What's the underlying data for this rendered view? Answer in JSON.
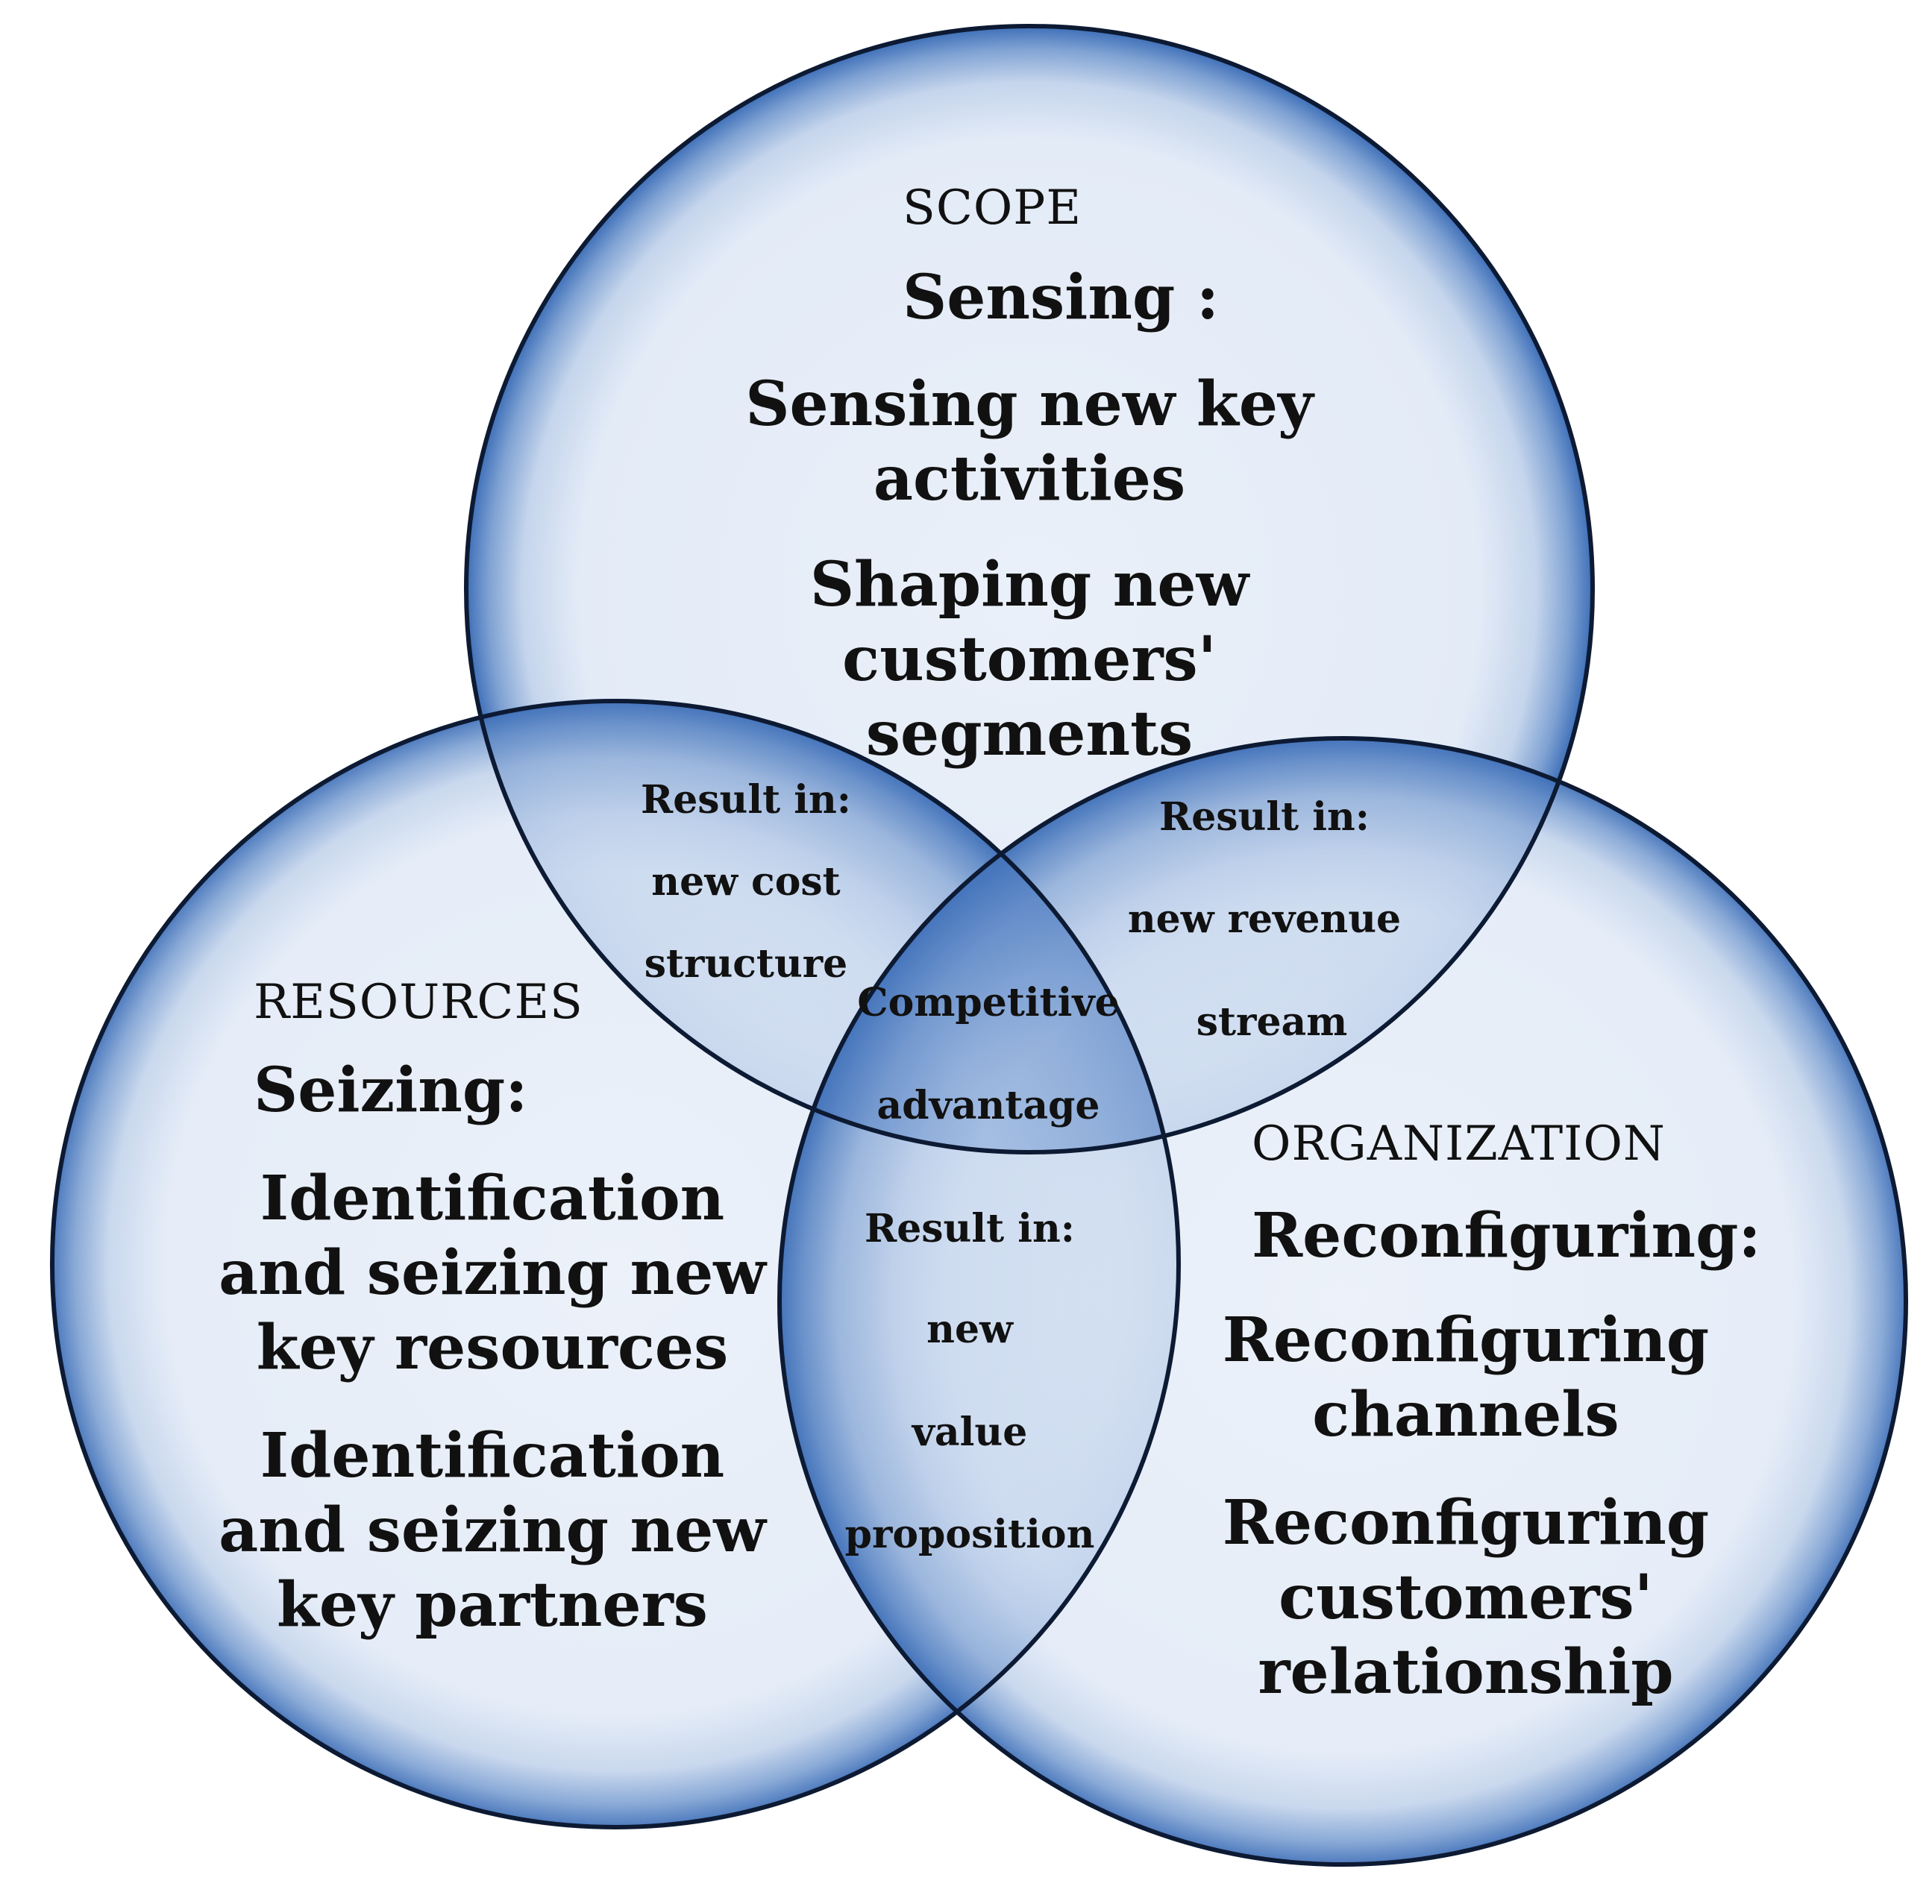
{
  "colors": {
    "circle_light": "#eaf0f9",
    "circle_mid": "#c5d5ec",
    "circle_rim": "#3e6fb8",
    "overlap_fill": "#8fb0dc",
    "outline": "#0d1a33"
  },
  "scope": {
    "label": "SCOPE",
    "heading": "Sensing :",
    "item1": [
      "Sensing new key",
      "activities"
    ],
    "item2": [
      "Shaping new",
      "customers'",
      "segments"
    ]
  },
  "resources": {
    "label": "RESOURCES",
    "heading": "Seizing:",
    "item1": [
      "Identification",
      "and seizing new",
      "key resources"
    ],
    "item2": [
      "Identification",
      "and seizing new",
      "key partners"
    ]
  },
  "organization": {
    "label": "ORGANIZATION",
    "heading": "Reconfiguring:",
    "item1": [
      "Reconfiguring",
      "channels"
    ],
    "item2": [
      "Reconfiguring",
      "customers'",
      "relationship"
    ]
  },
  "overlaps": {
    "scope_resources": [
      "Result in:",
      "new cost",
      "structure"
    ],
    "scope_organization": [
      "Result in:",
      "new revenue",
      "stream"
    ],
    "resources_organization": [
      "Result in:",
      "new",
      "value",
      "proposition"
    ],
    "center": [
      "Competitive",
      "advantage"
    ]
  }
}
